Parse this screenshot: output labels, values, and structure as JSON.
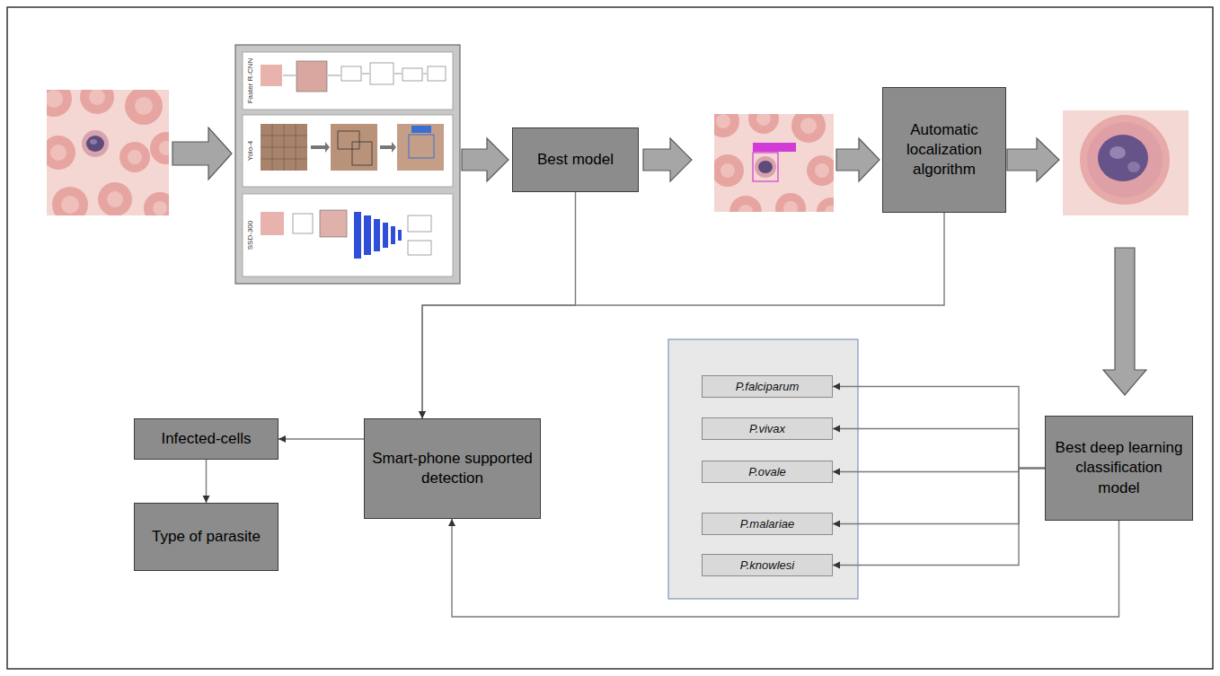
{
  "diagram": {
    "nodes": [
      {
        "text": [
          "Best model"
        ]
      },
      {
        "text": [
          "Automatic localization algorithm"
        ]
      },
      {
        "text": [
          "P.falciparum"
        ]
      },
      {
        "text": [
          "P.vivax"
        ]
      },
      {
        "text": [
          "P.ovale"
        ]
      },
      {
        "text": [
          "P.malariae"
        ]
      },
      {
        "text": [
          "P.knowlesi"
        ]
      },
      {
        "text": [
          "Best deep learning classification model"
        ]
      },
      {
        "text": [
          "Smart-phone supported detection"
        ]
      },
      {
        "text": [
          "Infected-cells"
        ]
      },
      {
        "text": [
          "Type of parasite"
        ]
      }
    ],
    "edges": [
      {
        "from": 0,
        "to": 8,
        "arrow": "to"
      },
      {
        "from": 1,
        "to": 8,
        "arrow": "to"
      },
      {
        "from": 7,
        "to": 2,
        "arrow": "to"
      },
      {
        "from": 7,
        "to": 3,
        "arrow": "to"
      },
      {
        "from": 7,
        "to": 4,
        "arrow": "to"
      },
      {
        "from": 7,
        "to": 5,
        "arrow": "to"
      },
      {
        "from": 7,
        "to": 6,
        "arrow": "to"
      },
      {
        "from": 7,
        "to": 8,
        "arrow": "to"
      },
      {
        "from": 8,
        "to": 9,
        "arrow": "to"
      },
      {
        "from": 9,
        "to": 10,
        "arrow": "to"
      }
    ],
    "labels": [
      "Faster R-CNN",
      "Yolo-4",
      "SSD-300"
    ]
  }
}
